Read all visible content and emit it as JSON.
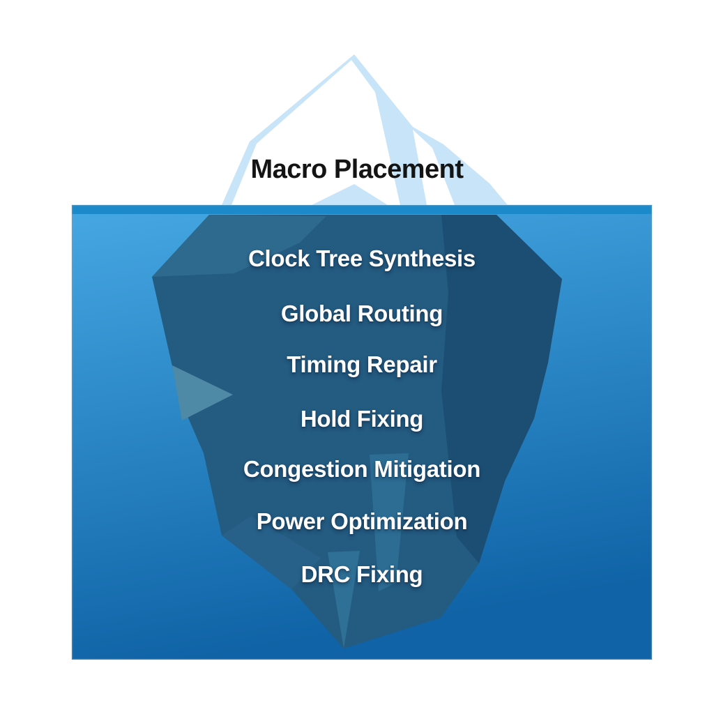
{
  "iceberg": {
    "above_water_label": "Macro Placement",
    "underwater_labels": [
      "Clock Tree Synthesis",
      "Global Routing",
      "Timing Repair",
      "Hold Fixing",
      "Congestion Mitigation",
      "Power Optimization",
      "DRC Fixing"
    ]
  },
  "colors": {
    "background": "#ffffff",
    "water_top": "#46a8e3",
    "water_bottom": "#0f63a6",
    "waterline_strip": "#1b89ca",
    "water_border": "#7d9cb5",
    "berg_base": "#245b81",
    "berg_facet_left_light": "#2e6a8e",
    "berg_facet_right_dark": "#1c4e73",
    "berg_facet_highlight": "#4e89a6",
    "berg_facet_center_wedge": "#2d6d94",
    "berg_facet_tip_wedge": "#2e7096",
    "berg_facet_bottom_left": "#27618a",
    "tip_fill": "#c8e4f8",
    "tip_facet_white": "#ffffff",
    "title_text": "#141414",
    "underwater_text": "#ffffff"
  }
}
